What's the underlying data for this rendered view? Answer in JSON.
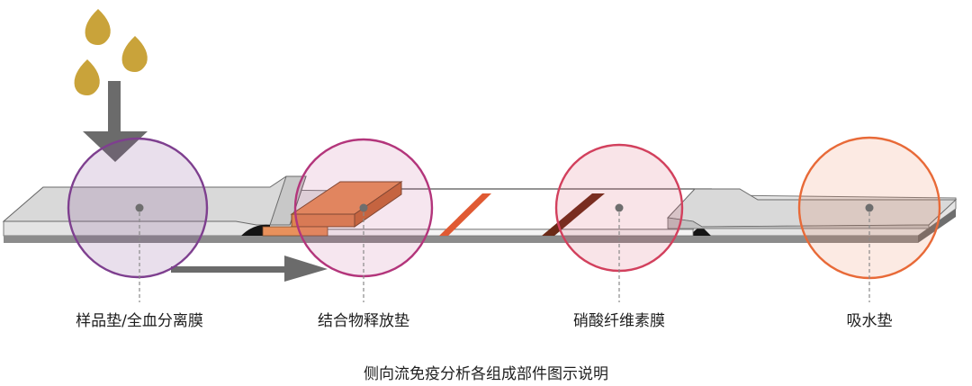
{
  "labels": {
    "sample_pad": "样品垫/全血分离膜",
    "conjugate_pad": "结合物释放垫",
    "nitrocellulose": "硝酸纤维素膜",
    "absorbent_pad": "吸水垫"
  },
  "caption": "侧向流免疫分析各组成部件图示说明",
  "icons": {
    "drops": "sample-drop-icon",
    "down_arrow": "sample-application-arrow-icon",
    "flow_arrow": "flow-direction-arrow-icon"
  },
  "colors": {
    "drop": "#c9a33a",
    "arrow": "#6b6b6b",
    "sample_circle": "#7e3f8f",
    "conjugate_circle": "#b3357b",
    "nitro_circle": "#d2405d",
    "absorbent_circle": "#e86a38",
    "conjugate_pad": "#e8915c",
    "test_line": "#e05a33",
    "control_line": "#6b2a17"
  }
}
